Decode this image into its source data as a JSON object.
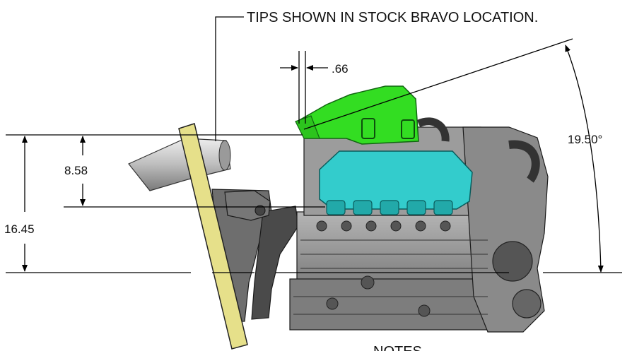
{
  "note": "TIPS SHOWN IN STOCK BRAVO LOCATION.",
  "notes_heading": "NOTES",
  "dimensions": {
    "offset": ".66",
    "tip_height": "8.58",
    "total_height": "16.45",
    "angle": "19.50°"
  },
  "colors": {
    "riser": "#33dd22",
    "manifold": "#33cccc",
    "transom": "#e6e08a",
    "exhaust_tip": "#c8c8c8",
    "engine_block": "#8a8a8a"
  }
}
